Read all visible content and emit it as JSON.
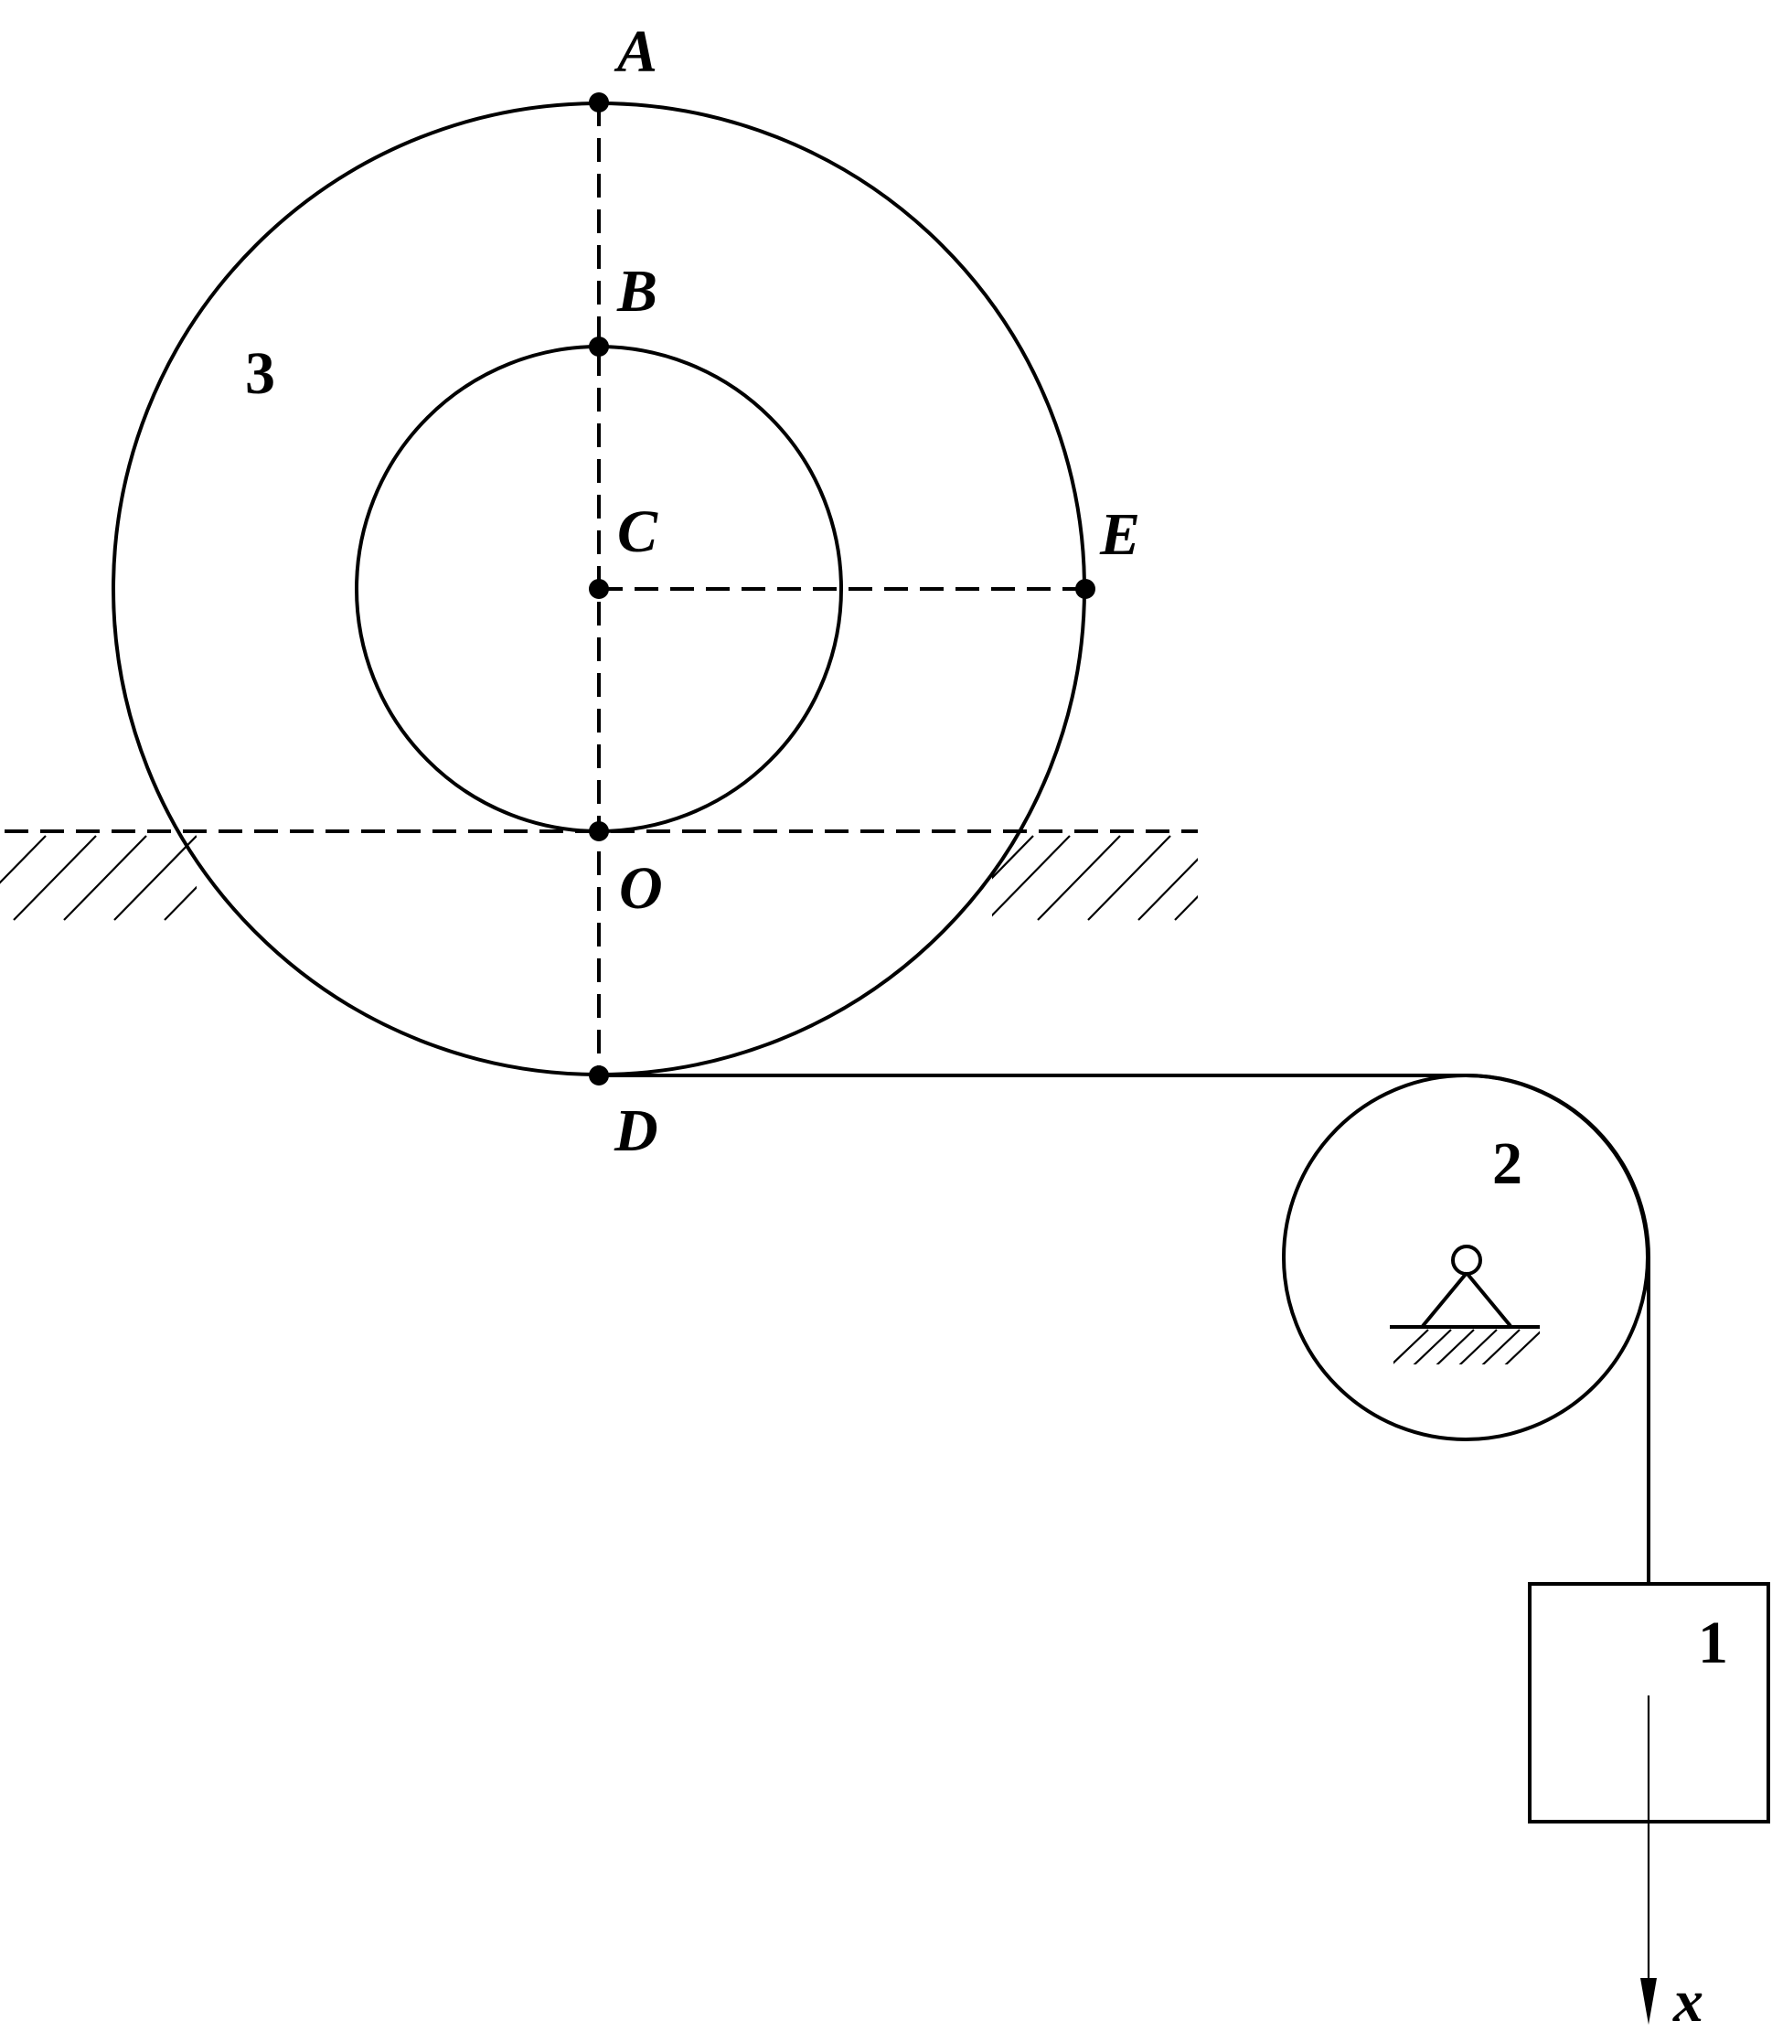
{
  "labels": {
    "point_a": "A",
    "point_b": "B",
    "point_c": "C",
    "point_e": "E",
    "point_o": "O",
    "point_d": "D",
    "axis_x": "x",
    "body_1": "1",
    "body_2": "2",
    "body_3": "3"
  }
}
